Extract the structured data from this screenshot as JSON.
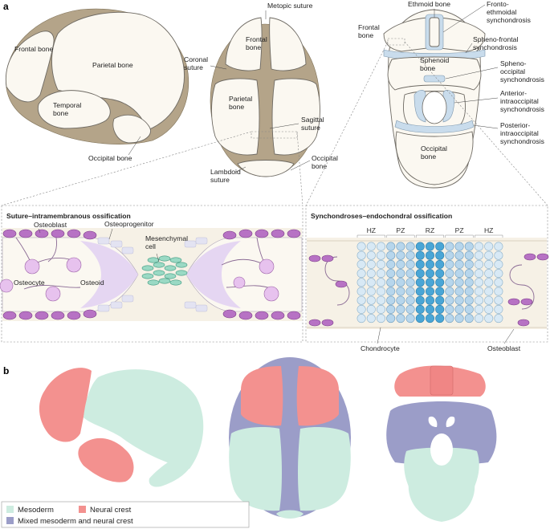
{
  "panels": {
    "a": "a",
    "b": "b"
  },
  "skull_labels": {
    "frontal_bone": "Frontal bone",
    "frontal_bone_top": "Frontal\nbone",
    "frontal_bone_base": "Frontal\nbone",
    "parietal_bone": "Parietal bone",
    "parietal_bone_top": "Parietal\nbone",
    "temporal_bone": "Temporal\nbone",
    "occipital_bone": "Occipital bone",
    "occipital_bone_top": "Occipital\nbone",
    "occipital_bone_base": "Occipital\nbone",
    "metopic_suture": "Metopic suture",
    "coronal_suture": "Coronal\nsuture",
    "sagittal_suture": "Sagittal\nsuture",
    "lambdoid_suture": "Lambdoid\nsuture",
    "ethmoid_bone": "Ethmoid bone",
    "sphenoid_bone": "Sphenoid\nbone",
    "fronto_ethmoidal": "Fronto-\nethmoidal\nsynchondrosis",
    "spheno_frontal": "Spheno-frontal\nsynchondrosis",
    "spheno_occipital": "Spheno-\noccipital\nsynchondrosis",
    "anterior_intraoccipital": "Anterior-\nintraoccipital\nsynchondrosis",
    "posterior_intraoccipital": "Posterior-\nintraoccipital\nsynchondrosis"
  },
  "suture_box": {
    "title": "Suture–intramembranous ossification",
    "osteoblast": "Osteoblast",
    "osteoprogenitor": "Osteoprogenitor",
    "mesenchymal_cell": "Mesenchymal\ncell",
    "osteocyte": "Osteocyte",
    "osteoid": "Osteoid"
  },
  "synchondrosis_box": {
    "title": "Synchondroses–endochondral ossification",
    "zones": [
      "HZ",
      "PZ",
      "RZ",
      "PZ",
      "HZ"
    ],
    "chondrocyte": "Chondrocyte",
    "osteoblast": "Osteoblast"
  },
  "legend": {
    "items": [
      {
        "label": "Mesoderm",
        "color": "#cdece0"
      },
      {
        "label": "Neural crest",
        "color": "#f3918f"
      },
      {
        "label": "Mixed mesoderm and neural crest",
        "color": "#9b9dc8"
      }
    ]
  },
  "colors": {
    "bone": "#fbf8f1",
    "suture": "#b4a489",
    "cartilage": "#c9dcec",
    "osteoblast": "#b772c4",
    "mesoderm": "#cdece0",
    "neural_crest": "#f3918f",
    "mixed": "#9b9dc8"
  }
}
